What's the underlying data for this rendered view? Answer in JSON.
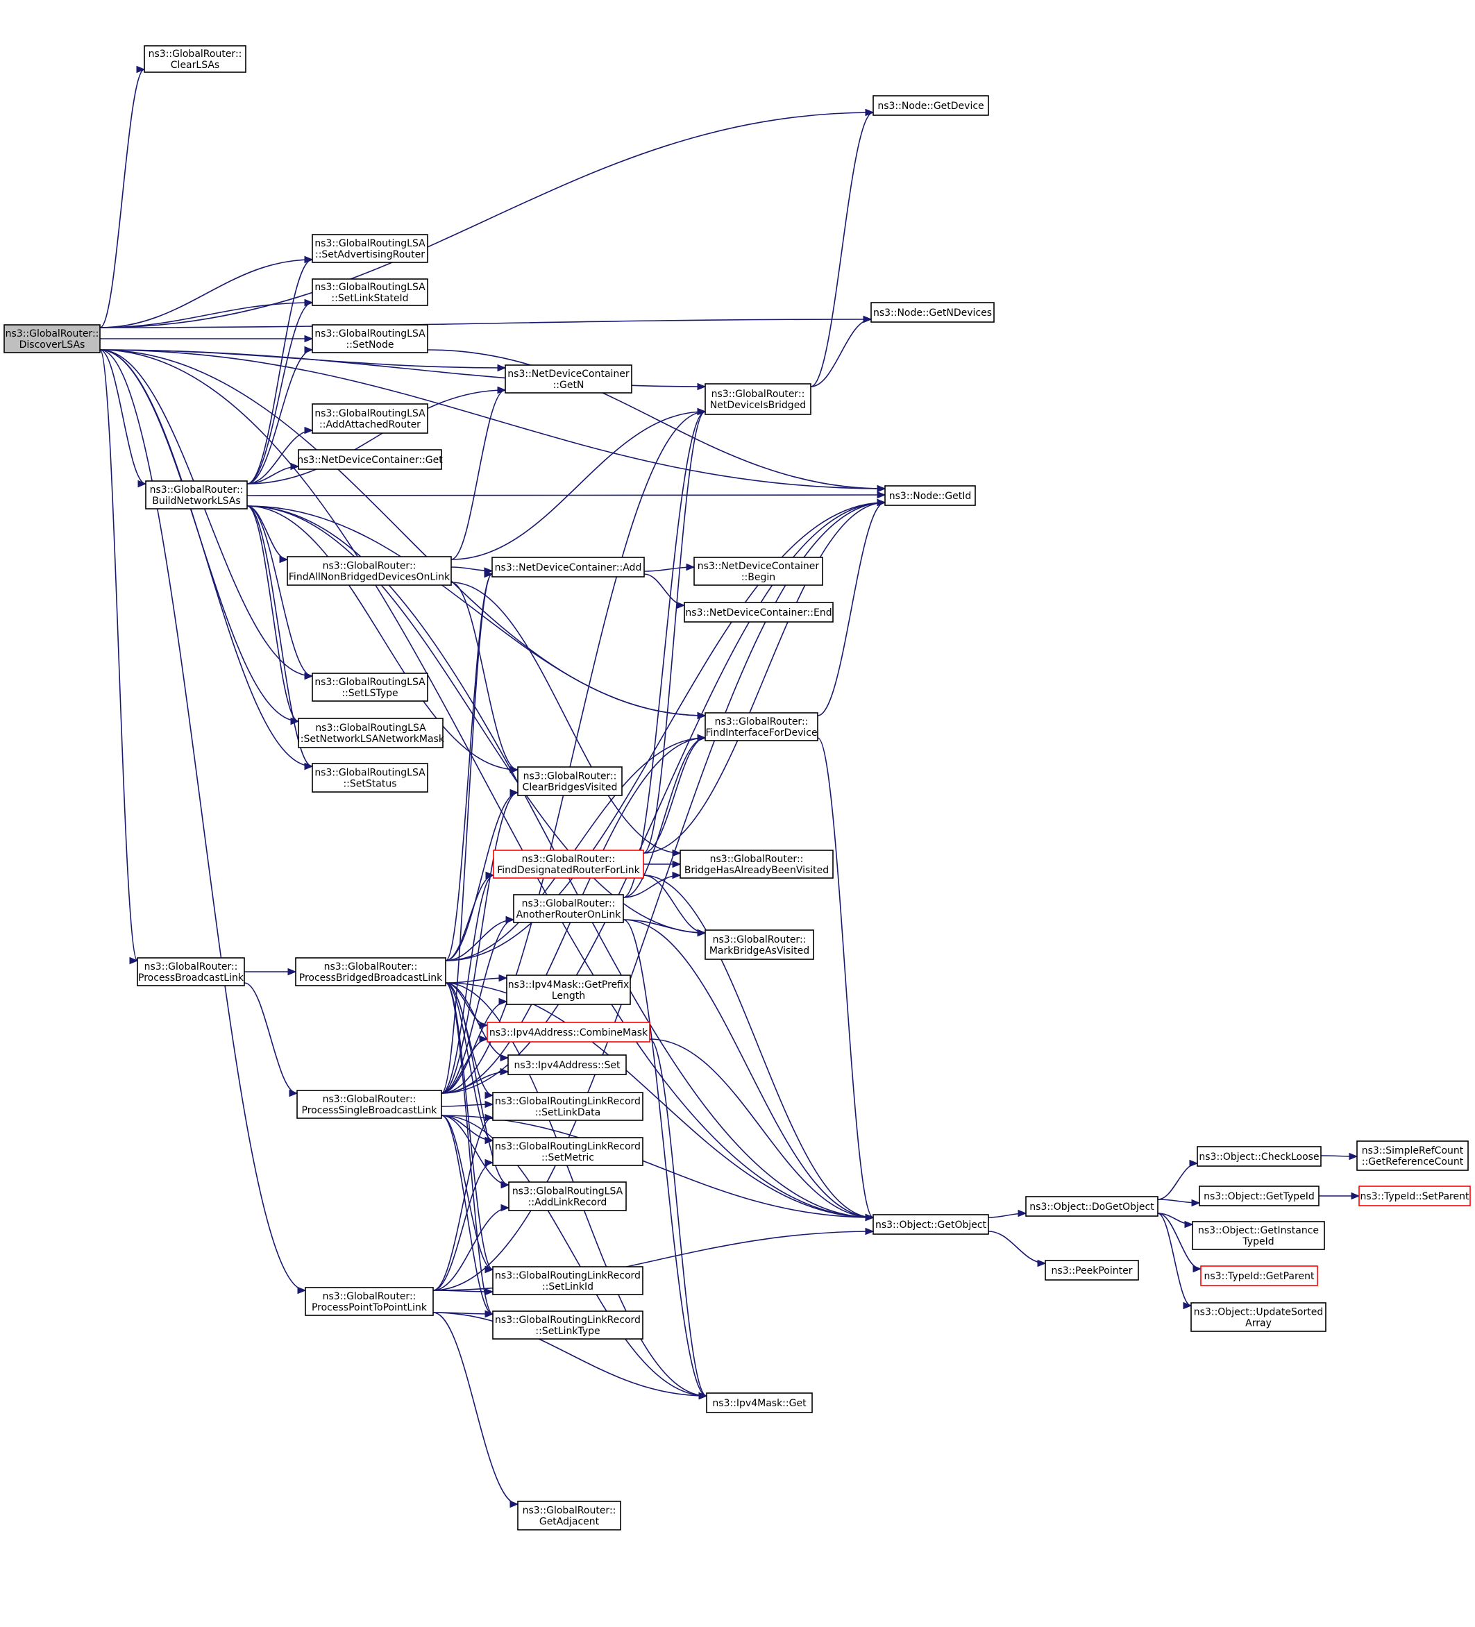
{
  "diagram": {
    "edge_color": "#191970",
    "nodes": [
      {
        "id": "discover",
        "lines": [
          "ns3::GlobalRouter::",
          "DiscoverLSAs"
        ],
        "style": "root"
      },
      {
        "id": "clearlsas",
        "lines": [
          "ns3::GlobalRouter::",
          "ClearLSAs"
        ]
      },
      {
        "id": "getdevice",
        "lines": [
          "ns3::Node::GetDevice"
        ]
      },
      {
        "id": "setadv",
        "lines": [
          "ns3::GlobalRoutingLSA",
          "::SetAdvertisingRouter"
        ]
      },
      {
        "id": "setlinkstateid",
        "lines": [
          "ns3::GlobalRoutingLSA",
          "::SetLinkStateId"
        ]
      },
      {
        "id": "setnode",
        "lines": [
          "ns3::GlobalRoutingLSA",
          "::SetNode"
        ]
      },
      {
        "id": "getndevices",
        "lines": [
          "ns3::Node::GetNDevices"
        ]
      },
      {
        "id": "ndc_getn",
        "lines": [
          "ns3::NetDeviceContainer",
          "::GetN"
        ]
      },
      {
        "id": "isbridged",
        "lines": [
          "ns3::GlobalRouter::",
          "NetDeviceIsBridged"
        ]
      },
      {
        "id": "addattached",
        "lines": [
          "ns3::GlobalRoutingLSA",
          "::AddAttachedRouter"
        ]
      },
      {
        "id": "ndc_get",
        "lines": [
          "ns3::NetDeviceContainer::Get"
        ]
      },
      {
        "id": "buildnetwork",
        "lines": [
          "ns3::GlobalRouter::",
          "BuildNetworkLSAs"
        ]
      },
      {
        "id": "nodegetid",
        "lines": [
          "ns3::Node::GetId"
        ]
      },
      {
        "id": "findallnonbridged",
        "lines": [
          "ns3::GlobalRouter::",
          "FindAllNonBridgedDevicesOnLink"
        ]
      },
      {
        "id": "ndc_add",
        "lines": [
          "ns3::NetDeviceContainer::Add"
        ]
      },
      {
        "id": "ndc_begin",
        "lines": [
          "ns3::NetDeviceContainer",
          "::Begin"
        ]
      },
      {
        "id": "ndc_end",
        "lines": [
          "ns3::NetDeviceContainer::End"
        ]
      },
      {
        "id": "setlstype",
        "lines": [
          "ns3::GlobalRoutingLSA",
          "::SetLSType"
        ]
      },
      {
        "id": "setnetmask",
        "lines": [
          "ns3::GlobalRoutingLSA",
          "::SetNetworkLSANetworkMask"
        ]
      },
      {
        "id": "findiface",
        "lines": [
          "ns3::GlobalRouter::",
          "FindInterfaceForDevice"
        ]
      },
      {
        "id": "setstatus",
        "lines": [
          "ns3::GlobalRoutingLSA",
          "::SetStatus"
        ]
      },
      {
        "id": "clearbridges",
        "lines": [
          "ns3::GlobalRouter::",
          "ClearBridgesVisited"
        ]
      },
      {
        "id": "finddesignated",
        "lines": [
          "ns3::GlobalRouter::",
          "FindDesignatedRouterForLink"
        ],
        "style": "red"
      },
      {
        "id": "bridgevisited",
        "lines": [
          "ns3::GlobalRouter::",
          "BridgeHasAlreadyBeenVisited"
        ]
      },
      {
        "id": "anotherrouter",
        "lines": [
          "ns3::GlobalRouter::",
          "AnotherRouterOnLink"
        ]
      },
      {
        "id": "markbridge",
        "lines": [
          "ns3::GlobalRouter::",
          "MarkBridgeAsVisited"
        ]
      },
      {
        "id": "procbroadcast",
        "lines": [
          "ns3::GlobalRouter::",
          "ProcessBroadcastLink"
        ]
      },
      {
        "id": "procbridged",
        "lines": [
          "ns3::GlobalRouter::",
          "ProcessBridgedBroadcastLink"
        ]
      },
      {
        "id": "prefixlen",
        "lines": [
          "ns3::Ipv4Mask::GetPrefix",
          "Length"
        ]
      },
      {
        "id": "combinemask",
        "lines": [
          "ns3::Ipv4Address::CombineMask"
        ],
        "style": "red"
      },
      {
        "id": "ipv4set",
        "lines": [
          "ns3::Ipv4Address::Set"
        ]
      },
      {
        "id": "procsingle",
        "lines": [
          "ns3::GlobalRouter::",
          "ProcessSingleBroadcastLink"
        ]
      },
      {
        "id": "setlinkdata",
        "lines": [
          "ns3::GlobalRoutingLinkRecord",
          "::SetLinkData"
        ]
      },
      {
        "id": "setmetric",
        "lines": [
          "ns3::GlobalRoutingLinkRecord",
          "::SetMetric"
        ]
      },
      {
        "id": "addlinkrecord",
        "lines": [
          "ns3::GlobalRoutingLSA",
          "::AddLinkRecord"
        ]
      },
      {
        "id": "getobject",
        "lines": [
          "ns3::Object::GetObject"
        ]
      },
      {
        "id": "dogetobject",
        "lines": [
          "ns3::Object::DoGetObject"
        ]
      },
      {
        "id": "peekpointer",
        "lines": [
          "ns3::PeekPointer"
        ]
      },
      {
        "id": "checkloose",
        "lines": [
          "ns3::Object::CheckLoose"
        ]
      },
      {
        "id": "getrefcount",
        "lines": [
          "ns3::SimpleRefCount",
          "::GetReferenceCount"
        ]
      },
      {
        "id": "gettypeid",
        "lines": [
          "ns3::Object::GetTypeId"
        ]
      },
      {
        "id": "setparent",
        "lines": [
          "ns3::TypeId::SetParent"
        ],
        "style": "red"
      },
      {
        "id": "getinstancetypeid",
        "lines": [
          "ns3::Object::GetInstance",
          "TypeId"
        ]
      },
      {
        "id": "getparent",
        "lines": [
          "ns3::TypeId::GetParent"
        ],
        "style": "red"
      },
      {
        "id": "updatesorted",
        "lines": [
          "ns3::Object::UpdateSorted",
          "Array"
        ]
      },
      {
        "id": "procp2p",
        "lines": [
          "ns3::GlobalRouter::",
          "ProcessPointToPointLink"
        ]
      },
      {
        "id": "setlinkid",
        "lines": [
          "ns3::GlobalRoutingLinkRecord",
          "::SetLinkId"
        ]
      },
      {
        "id": "setlinktype",
        "lines": [
          "ns3::GlobalRoutingLinkRecord",
          "::SetLinkType"
        ]
      },
      {
        "id": "maskget",
        "lines": [
          "ns3::Ipv4Mask::Get"
        ]
      },
      {
        "id": "getadjacent",
        "lines": [
          "ns3::GlobalRouter::",
          "GetAdjacent"
        ]
      }
    ],
    "edges": [
      [
        "discover",
        "clearlsas"
      ],
      [
        "discover",
        "getdevice"
      ],
      [
        "discover",
        "setadv"
      ],
      [
        "discover",
        "setlinkstateid"
      ],
      [
        "discover",
        "setnode"
      ],
      [
        "discover",
        "getndevices"
      ],
      [
        "discover",
        "ndc_getn"
      ],
      [
        "discover",
        "isbridged"
      ],
      [
        "discover",
        "buildnetwork"
      ],
      [
        "discover",
        "nodegetid"
      ],
      [
        "discover",
        "setlstype"
      ],
      [
        "discover",
        "setnetmask"
      ],
      [
        "discover",
        "findiface"
      ],
      [
        "discover",
        "setstatus"
      ],
      [
        "discover",
        "procbroadcast"
      ],
      [
        "discover",
        "procp2p"
      ],
      [
        "discover",
        "getobject"
      ],
      [
        "setnode",
        "nodegetid"
      ],
      [
        "isbridged",
        "getdevice"
      ],
      [
        "isbridged",
        "getndevices"
      ],
      [
        "buildnetwork",
        "setadv"
      ],
      [
        "buildnetwork",
        "setlinkstateid"
      ],
      [
        "buildnetwork",
        "setnode"
      ],
      [
        "buildnetwork",
        "ndc_getn"
      ],
      [
        "buildnetwork",
        "addattached"
      ],
      [
        "buildnetwork",
        "ndc_get"
      ],
      [
        "buildnetwork",
        "nodegetid"
      ],
      [
        "buildnetwork",
        "getobject"
      ],
      [
        "buildnetwork",
        "findallnonbridged"
      ],
      [
        "buildnetwork",
        "setlstype"
      ],
      [
        "buildnetwork",
        "setnetmask"
      ],
      [
        "buildnetwork",
        "setstatus"
      ],
      [
        "buildnetwork",
        "findiface"
      ],
      [
        "buildnetwork",
        "markbridge"
      ],
      [
        "buildnetwork",
        "clearbridges"
      ],
      [
        "findallnonbridged",
        "ndc_getn"
      ],
      [
        "findallnonbridged",
        "isbridged"
      ],
      [
        "findallnonbridged",
        "ndc_add"
      ],
      [
        "findallnonbridged",
        "bridgevisited"
      ],
      [
        "findallnonbridged",
        "clearbridges"
      ],
      [
        "ndc_add",
        "ndc_begin"
      ],
      [
        "ndc_add",
        "ndc_end"
      ],
      [
        "findiface",
        "nodegetid"
      ],
      [
        "findiface",
        "getobject"
      ],
      [
        "finddesignated",
        "findiface"
      ],
      [
        "finddesignated",
        "isbridged"
      ],
      [
        "finddesignated",
        "bridgevisited"
      ],
      [
        "finddesignated",
        "markbridge"
      ],
      [
        "finddesignated",
        "getobject"
      ],
      [
        "finddesignated",
        "nodegetid"
      ],
      [
        "anotherrouter",
        "isbridged"
      ],
      [
        "anotherrouter",
        "bridgevisited"
      ],
      [
        "anotherrouter",
        "markbridge"
      ],
      [
        "anotherrouter",
        "findiface"
      ],
      [
        "anotherrouter",
        "getobject"
      ],
      [
        "anotherrouter",
        "maskget"
      ],
      [
        "procbroadcast",
        "procbridged"
      ],
      [
        "procbroadcast",
        "procsingle"
      ],
      [
        "procbridged",
        "ndc_add"
      ],
      [
        "procbridged",
        "findiface"
      ],
      [
        "procbridged",
        "clearbridges"
      ],
      [
        "procbridged",
        "finddesignated"
      ],
      [
        "procbridged",
        "anotherrouter"
      ],
      [
        "procbridged",
        "prefixlen"
      ],
      [
        "procbridged",
        "combinemask"
      ],
      [
        "procbridged",
        "ipv4set"
      ],
      [
        "procbridged",
        "setlinkdata"
      ],
      [
        "procbridged",
        "setmetric"
      ],
      [
        "procbridged",
        "addlinkrecord"
      ],
      [
        "procbridged",
        "setlinkid"
      ],
      [
        "procbridged",
        "setlinktype"
      ],
      [
        "procbridged",
        "maskget"
      ],
      [
        "procbridged",
        "nodegetid"
      ],
      [
        "procbridged",
        "getobject"
      ],
      [
        "procsingle",
        "ndc_add"
      ],
      [
        "procsingle",
        "findiface"
      ],
      [
        "procsingle",
        "clearbridges"
      ],
      [
        "procsingle",
        "finddesignated"
      ],
      [
        "procsingle",
        "anotherrouter"
      ],
      [
        "procsingle",
        "prefixlen"
      ],
      [
        "procsingle",
        "combinemask"
      ],
      [
        "procsingle",
        "ipv4set"
      ],
      [
        "procsingle",
        "setlinkdata"
      ],
      [
        "procsingle",
        "setmetric"
      ],
      [
        "procsingle",
        "addlinkrecord"
      ],
      [
        "procsingle",
        "setlinkid"
      ],
      [
        "procsingle",
        "setlinktype"
      ],
      [
        "procsingle",
        "maskget"
      ],
      [
        "procsingle",
        "isbridged"
      ],
      [
        "procsingle",
        "nodegetid"
      ],
      [
        "procsingle",
        "getobject"
      ],
      [
        "combinemask",
        "getobject"
      ],
      [
        "combinemask",
        "maskget"
      ],
      [
        "getobject",
        "dogetobject"
      ],
      [
        "getobject",
        "peekpointer"
      ],
      [
        "dogetobject",
        "checkloose"
      ],
      [
        "dogetobject",
        "gettypeid"
      ],
      [
        "dogetobject",
        "getinstancetypeid"
      ],
      [
        "dogetobject",
        "getparent"
      ],
      [
        "dogetobject",
        "updatesorted"
      ],
      [
        "checkloose",
        "getrefcount"
      ],
      [
        "gettypeid",
        "setparent"
      ],
      [
        "procp2p",
        "setlinkdata"
      ],
      [
        "procp2p",
        "setmetric"
      ],
      [
        "procp2p",
        "addlinkrecord"
      ],
      [
        "procp2p",
        "setlinkid"
      ],
      [
        "procp2p",
        "setlinktype"
      ],
      [
        "procp2p",
        "maskget"
      ],
      [
        "procp2p",
        "getobject"
      ],
      [
        "procp2p",
        "nodegetid"
      ],
      [
        "procp2p",
        "getadjacent"
      ]
    ]
  }
}
